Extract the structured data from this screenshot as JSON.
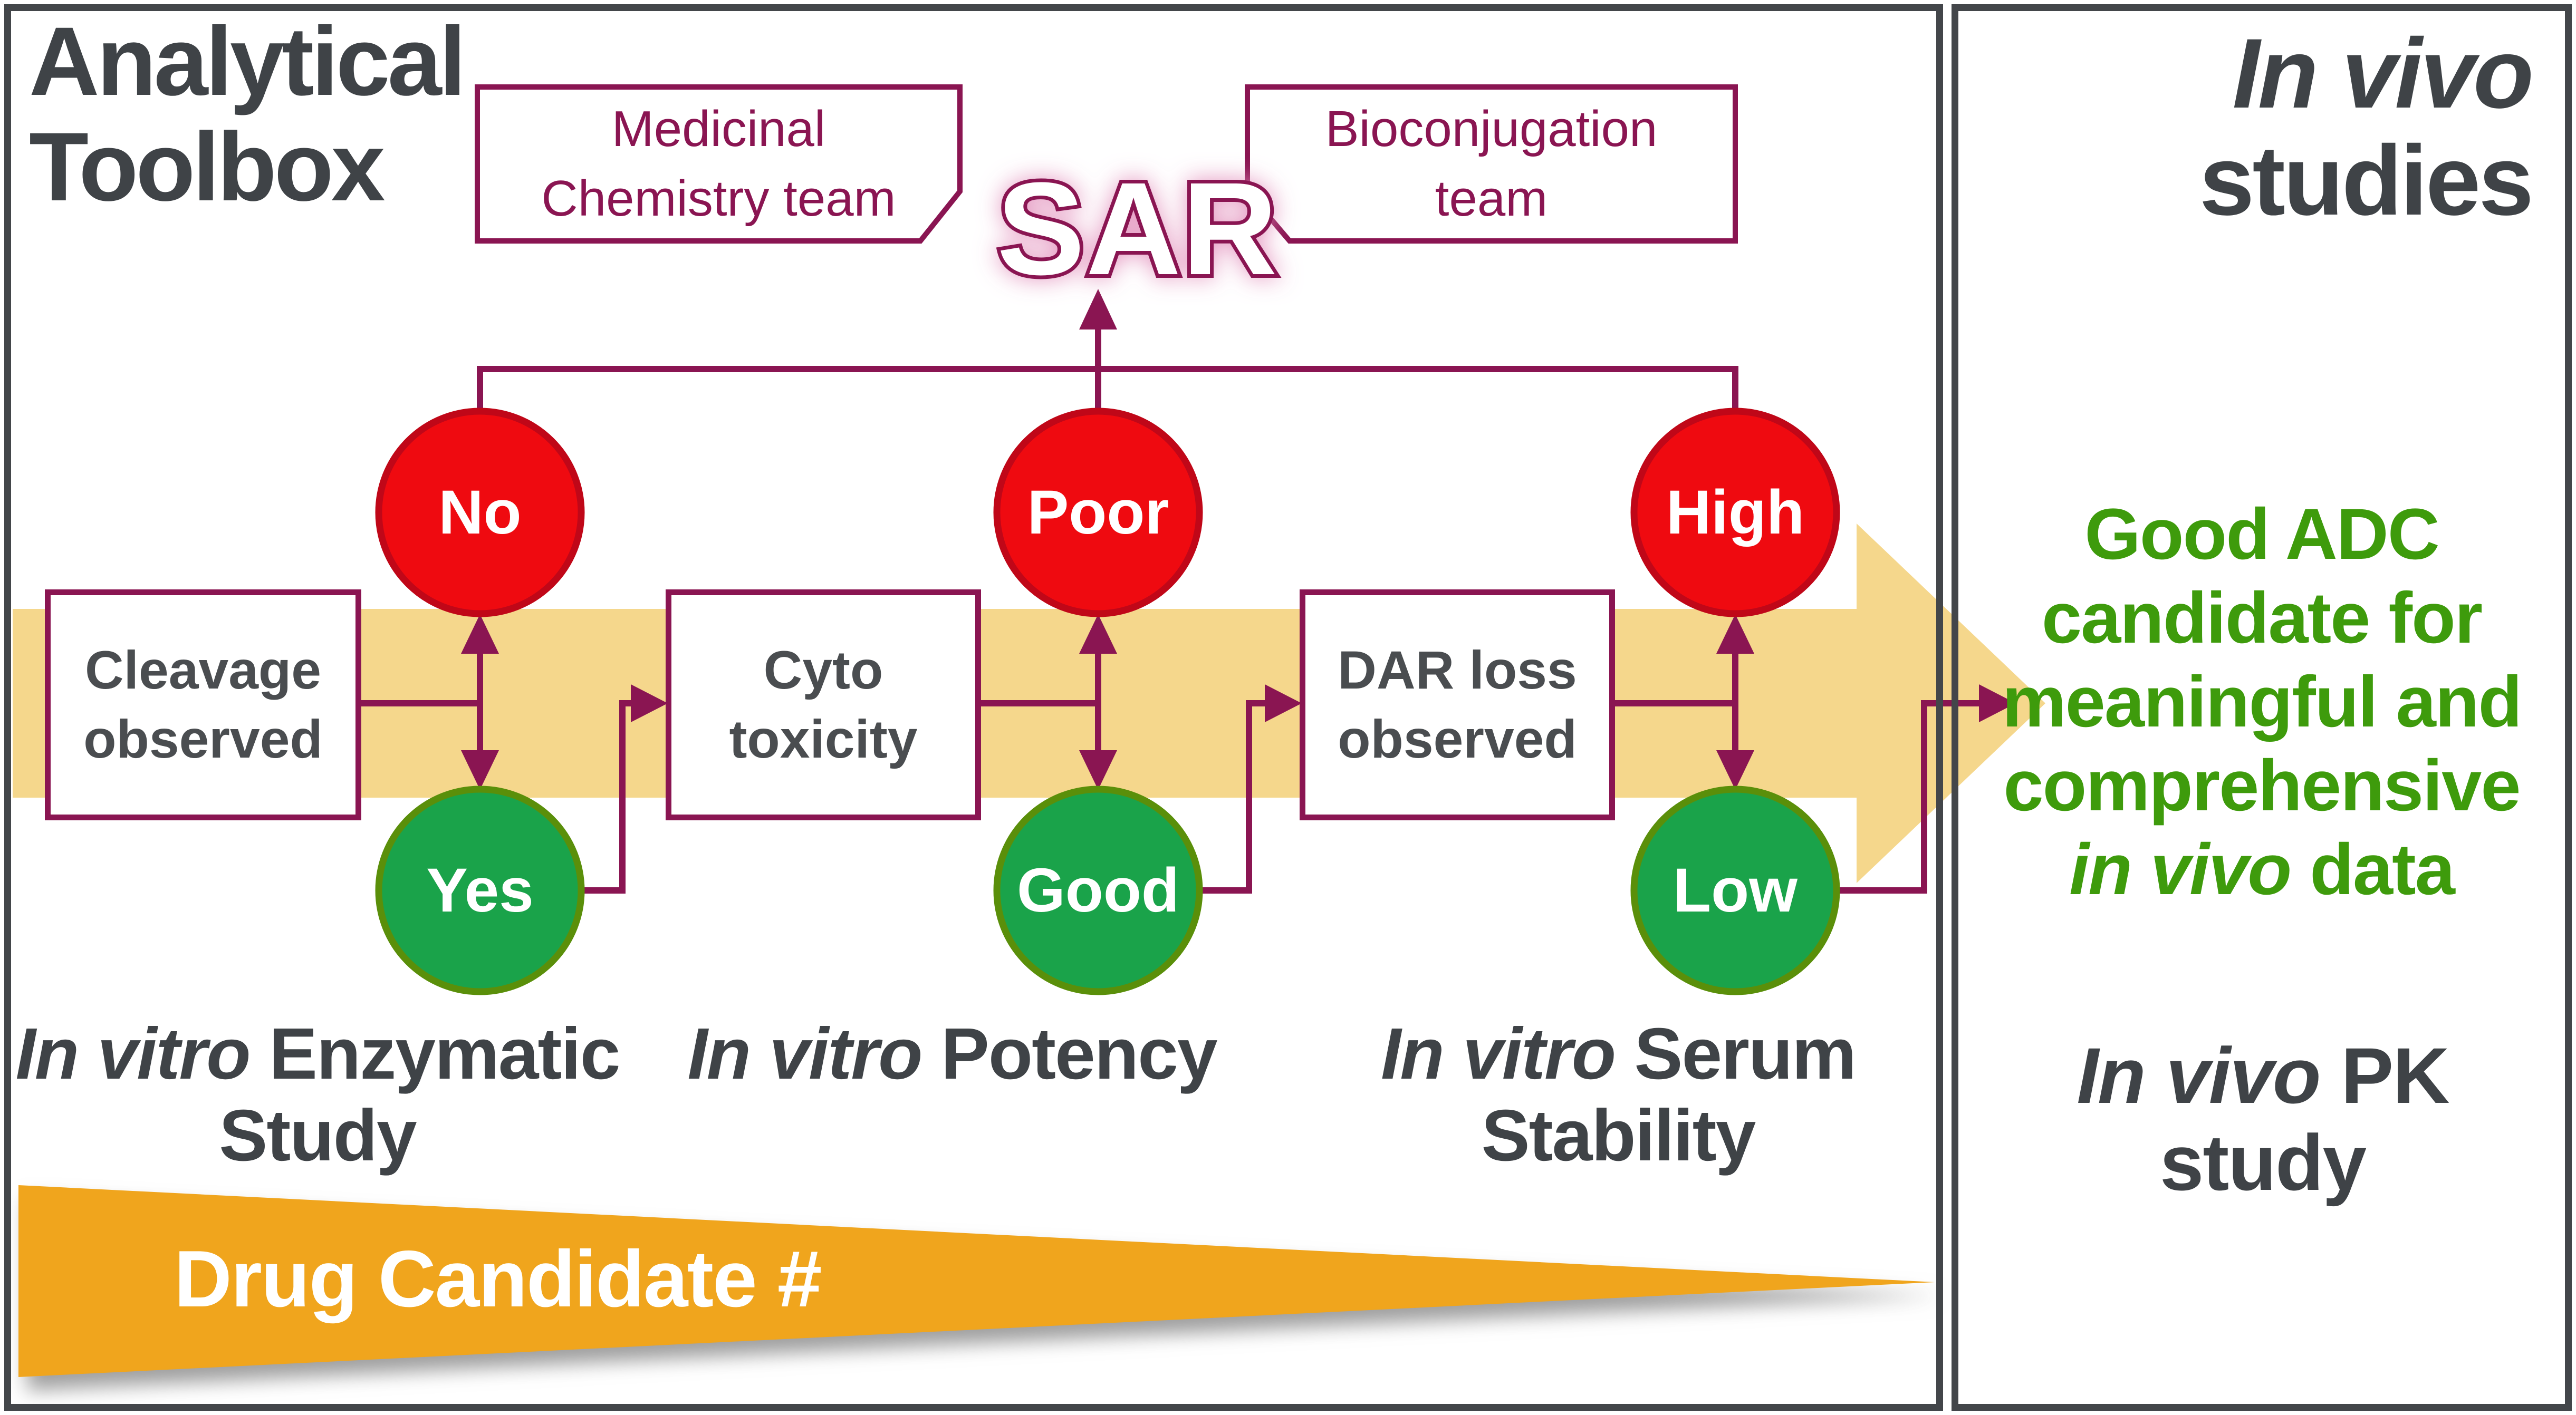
{
  "slide": {
    "kind": "ADC screening workflow diagram",
    "colors": {
      "line_magenta": "#8a1552",
      "red_fill": "#ef0a10",
      "red_stroke": "#c00718",
      "green_fill": "#1aa34a",
      "green_stroke": "#5a8f0a",
      "band_yellow": "#f5d78c",
      "wedge_orange": "#f0a51d",
      "heading_gray": "#3f4347",
      "outcome_green": "#3e9b0c",
      "panel_border_gray": "#43464a"
    }
  },
  "left_panel": {
    "title": "Analytical\nToolbox",
    "callout_medchem": {
      "line1": "Medicinal",
      "line2": "Chemistry team"
    },
    "callout_bioconj": {
      "line1": "Bioconjugation",
      "line2": "team"
    },
    "sar": "SAR",
    "steps": [
      {
        "box_line1": "Cleavage",
        "box_line2": "observed",
        "negative": "No",
        "positive": "Yes",
        "label": {
          "italic": "In vitro",
          "rest": " Enzymatic",
          "line2": "Study"
        }
      },
      {
        "box_line1": "Cyto",
        "box_line2": "toxicity",
        "negative": "Poor",
        "positive": "Good",
        "label": {
          "italic": "In vitro",
          "rest": " Potency",
          "line2": ""
        }
      },
      {
        "box_line1": "DAR loss",
        "box_line2": "observed",
        "negative": "High",
        "positive": "Low",
        "label": {
          "italic": "In vitro",
          "rest": " Serum",
          "line2": "Stability"
        }
      }
    ],
    "banner": "Drug Candidate #"
  },
  "right_panel": {
    "title": {
      "line1": "In vivo",
      "line2": "studies"
    },
    "outcome": {
      "line1": "Good ADC",
      "line2": "candidate for",
      "line3": "meaningful and",
      "line4": "comprehensive",
      "line5_italic": "in vivo",
      "line5_rest": " data"
    },
    "pk_label": {
      "italic": "In vivo",
      "rest": " PK study"
    }
  }
}
